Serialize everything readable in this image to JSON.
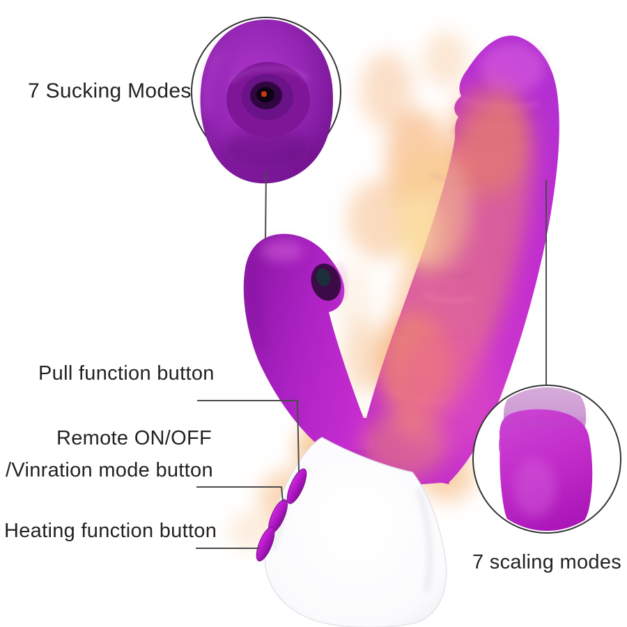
{
  "page": {
    "background": "#ffffff"
  },
  "annotations": {
    "sucking_modes": {
      "text": "7 Sucking Modes"
    },
    "pull_function": {
      "text": "Pull function button"
    },
    "remote_on_off": {
      "text": "Remote ON/OFF"
    },
    "vibration_mode": {
      "text": "/Vinration mode button"
    },
    "heating_function": {
      "text": "Heating function button"
    },
    "scaling_modes": {
      "text": "7 scaling modes"
    }
  },
  "colors": {
    "label_text": "#222222",
    "connector_line": "#4a4a4a",
    "inset_ring": "#333333",
    "body_purple": "#8e24aa",
    "body_magenta": "#c026d3",
    "flame_orange": "#f5a05c",
    "suction_dot": "#c13a10",
    "button_fill": "#b517c8",
    "handle_white": "#ffffff"
  }
}
